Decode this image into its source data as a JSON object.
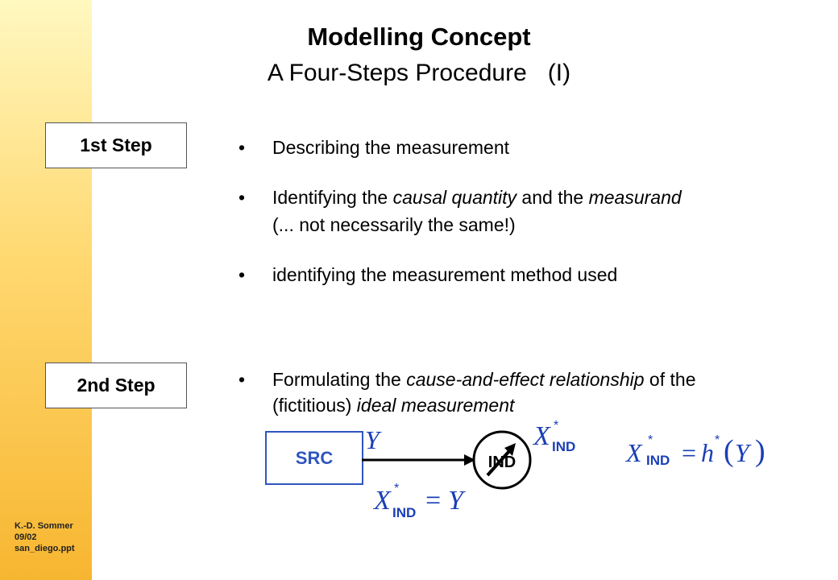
{
  "title": "Modelling Concept",
  "subtitle": "A Four-Steps Procedure",
  "subtitle_roman": "(I)",
  "footer": [
    "K.-D. Sommer",
    "09/02",
    "san_diego.ppt"
  ],
  "step1": {
    "label": "1st Step",
    "bullets": [
      {
        "pre": "Describing the measurement"
      },
      {
        "pre": "Identifying the ",
        "em1": "causal quantity",
        "mid": " and the ",
        "em2": "measurand",
        "line2": "(... not necessarily the same!)"
      },
      {
        "pre": "identifying the measurement method used"
      }
    ]
  },
  "step2": {
    "label": "2nd Step",
    "bullet": {
      "pre": "Formulating the ",
      "em1": "cause-and-effect relationship",
      "post": " of the",
      "line2_pre": "(fictitious) ",
      "line2_em": "ideal measurement"
    }
  },
  "diagram": {
    "src_label": "SRC",
    "ind_label": "IND",
    "y": "Y",
    "x": "X",
    "star": "*",
    "sub_ind": "IND",
    "eq": "=",
    "h": "h",
    "paren_open": "(",
    "paren_close": ")"
  },
  "colors": {
    "math": "#1a3fb5",
    "src": "#2f55c0"
  }
}
